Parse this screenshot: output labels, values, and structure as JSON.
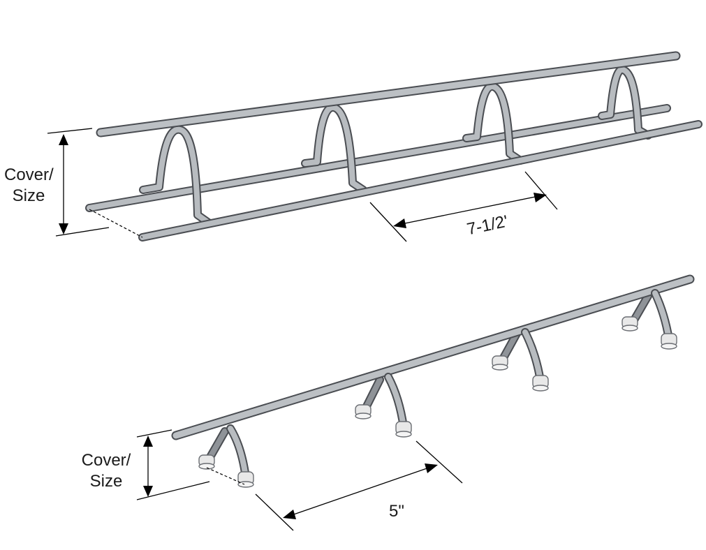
{
  "labels": {
    "top_cover_line1": "Cover/",
    "top_cover_line2": "Size",
    "top_spacing": "7-1/2'",
    "bottom_cover_line1": "Cover/",
    "bottom_cover_line2": "Size",
    "bottom_spacing": "5\""
  },
  "colors": {
    "bar_fill": "#b8bcc0",
    "bar_edge": "#4a4d52",
    "foot_cap": "#e8e8e8",
    "dimension": "#000000"
  }
}
